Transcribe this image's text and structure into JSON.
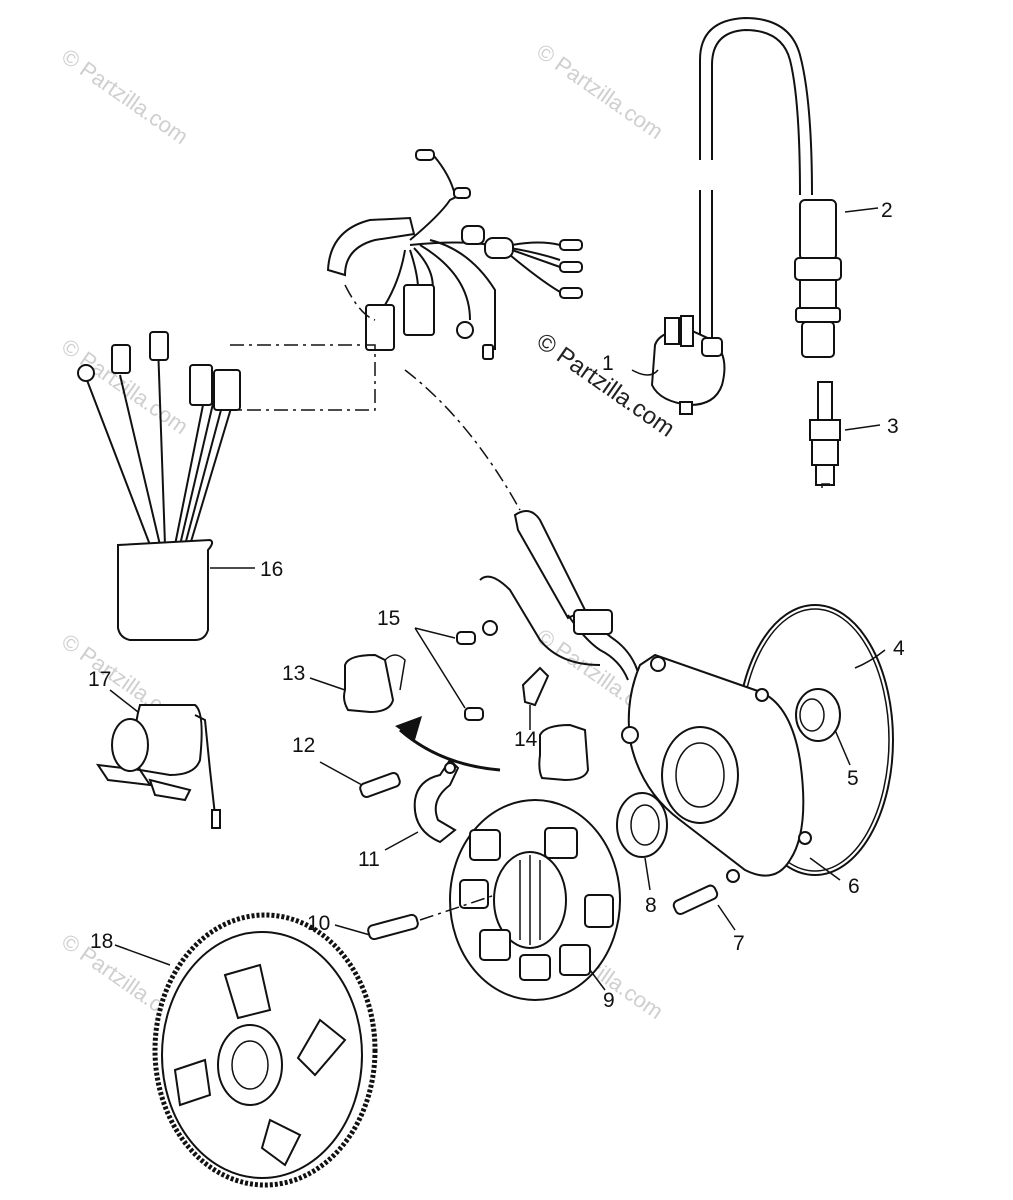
{
  "watermark": {
    "text": "© Partzilla.com"
  },
  "callouts": [
    "1",
    "2",
    "3",
    "4",
    "5",
    "6",
    "7",
    "8",
    "9",
    "10",
    "11",
    "12",
    "13",
    "14",
    "15",
    "16",
    "17",
    "18"
  ]
}
